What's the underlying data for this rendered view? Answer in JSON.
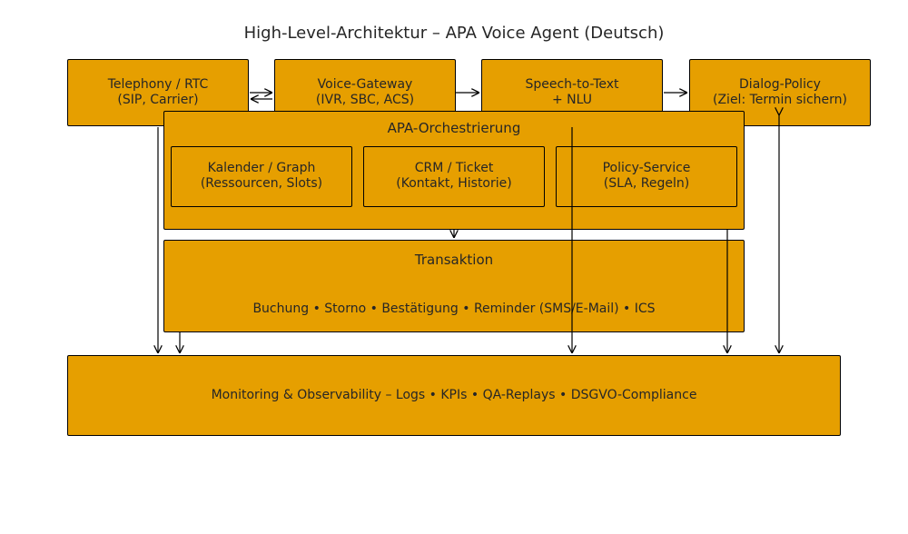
{
  "title": "High-Level-Architektur – APA Voice Agent (Deutsch)",
  "top_row": [
    {
      "line1": "Telephony / RTC",
      "line2": "(SIP, Carrier)"
    },
    {
      "line1": "Voice-Gateway",
      "line2": "(IVR, SBC, ACS)"
    },
    {
      "line1": "Speech-to-Text",
      "line2": "+ NLU"
    },
    {
      "line1": "Dialog-Policy",
      "line2": "(Ziel: Termin sichern)"
    }
  ],
  "orchestration": {
    "title": "APA-Orchestrierung",
    "services": [
      {
        "line1": "Kalender / Graph",
        "line2": "(Ressourcen, Slots)"
      },
      {
        "line1": "CRM / Ticket",
        "line2": "(Kontakt, Historie)"
      },
      {
        "line1": "Policy-Service",
        "line2": "(SLA, Regeln)"
      }
    ]
  },
  "transaction": {
    "title": "Transaktion",
    "subtitle": "Buchung • Storno • Bestätigung • Reminder (SMS/E-Mail) • ICS"
  },
  "monitoring": {
    "label": "Monitoring & Observability – Logs • KPIs • QA-Replays • DSGVO-Compliance"
  },
  "colors": {
    "box_fill": "#e69f00",
    "border": "#000000",
    "text": "#262626"
  }
}
